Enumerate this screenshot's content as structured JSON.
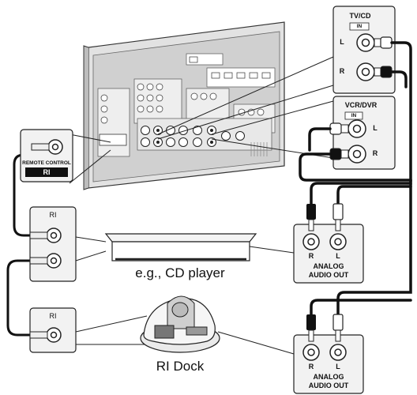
{
  "diagram": {
    "inputs_tvcd": {
      "label": "TV/CD",
      "in_label": "IN",
      "left": "L",
      "right": "R"
    },
    "inputs_vcrdvr": {
      "label": "VCR/DVR",
      "in_label": "IN",
      "left": "L",
      "right": "R"
    },
    "remote_panel": {
      "label": "REMOTE CONTROL",
      "badge": "RI"
    },
    "ri_jack_1": {
      "label": "RI"
    },
    "ri_jack_2": {
      "label": "RI"
    },
    "cd_player": {
      "caption": "e.g., CD player"
    },
    "ri_dock": {
      "caption": "RI Dock"
    },
    "analog_out_1": {
      "right": "R",
      "left": "L",
      "line1": "ANALOG",
      "line2": "AUDIO OUT"
    },
    "analog_out_2": {
      "right": "R",
      "left": "L",
      "line1": "ANALOG",
      "line2": "AUDIO OUT"
    }
  },
  "colors": {
    "line": "#111111",
    "panel": "#f2f2f2",
    "receiver": "#d4d4d4",
    "cable": "#111111"
  }
}
